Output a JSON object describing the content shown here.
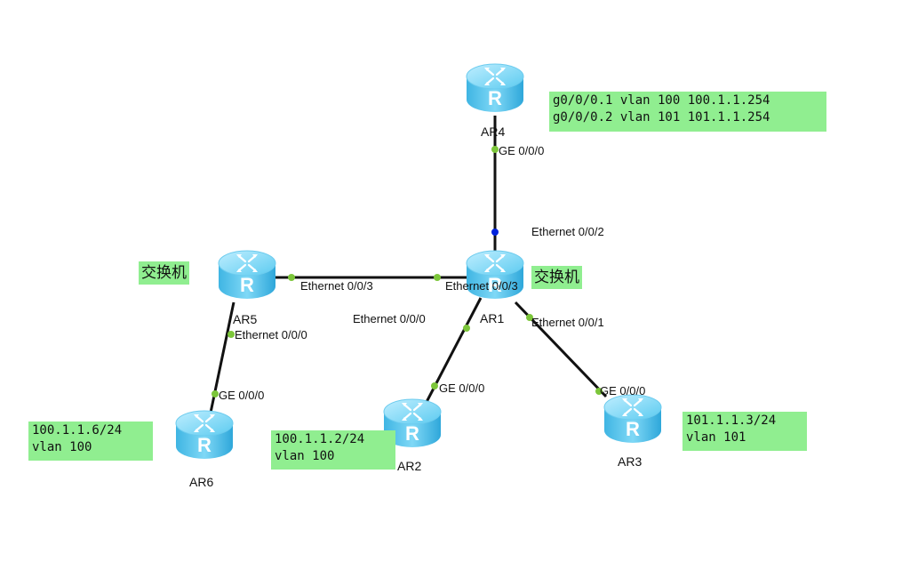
{
  "devices": {
    "ar1": "AR1",
    "ar2": "AR2",
    "ar3": "AR3",
    "ar4": "AR4",
    "ar5": "AR5",
    "ar6": "AR6"
  },
  "icon": "router-icon",
  "colors": {
    "router_body": "#4fc3ea",
    "link": "#111111",
    "port_dot": "#7cc63a",
    "port_dot_active": "#0022dd",
    "note_bg": "#90ee90"
  },
  "ports": {
    "ar4_ge": "GE 0/0/0",
    "ar1_e2": "Ethernet 0/0/2",
    "ar5_e3": "Ethernet 0/0/3",
    "ar1_e3": "Ethernet 0/0/3",
    "ar1_e0": "Ethernet 0/0/0",
    "ar1_e1": "Ethernet 0/0/1",
    "ar5_e0": "Ethernet 0/0/0",
    "ar6_ge": "GE 0/0/0",
    "ar2_ge": "GE 0/0/0",
    "ar3_ge": "GE 0/0/0"
  },
  "notes": {
    "ar4": [
      "g0/0/0.1 vlan 100 100.1.1.254",
      "g0/0/0.2 vlan 101 101.1.1.254"
    ],
    "ar6": [
      "100.1.1.6/24",
      "vlan 100"
    ],
    "ar2": [
      "100.1.1.2/24",
      "vlan 100"
    ],
    "ar3": [
      "101.1.1.3/24",
      "vlan 101"
    ]
  },
  "tags": {
    "ar5_switch": "交换机",
    "ar1_switch": "交换机"
  }
}
